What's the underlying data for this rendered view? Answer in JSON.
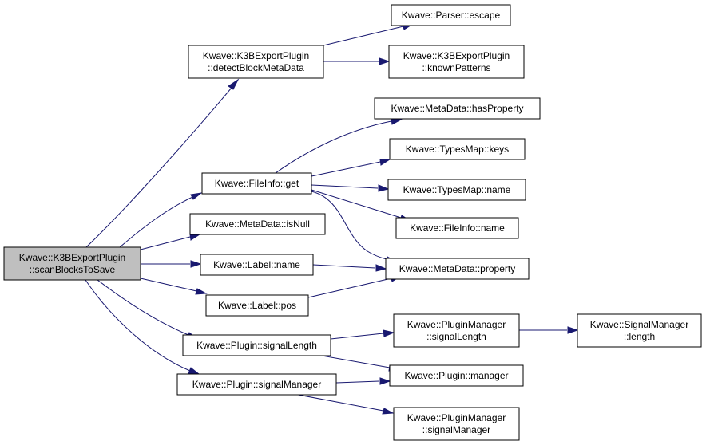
{
  "graph": {
    "nodes": [
      {
        "id": "root",
        "lines": [
          "Kwave::K3BExportPlugin",
          "::scanBlocksToSave"
        ],
        "root": true
      },
      {
        "id": "detect",
        "lines": [
          "Kwave::K3BExportPlugin",
          "::detectBlockMetaData"
        ]
      },
      {
        "id": "escape",
        "lines": [
          "Kwave::Parser::escape"
        ]
      },
      {
        "id": "known",
        "lines": [
          "Kwave::K3BExportPlugin",
          "::knownPatterns"
        ]
      },
      {
        "id": "hasprop",
        "lines": [
          "Kwave::MetaData::hasProperty"
        ]
      },
      {
        "id": "keys",
        "lines": [
          "Kwave::TypesMap::keys"
        ]
      },
      {
        "id": "figet",
        "lines": [
          "Kwave::FileInfo::get"
        ]
      },
      {
        "id": "tmname",
        "lines": [
          "Kwave::TypesMap::name"
        ]
      },
      {
        "id": "finame",
        "lines": [
          "Kwave::FileInfo::name"
        ]
      },
      {
        "id": "isnull",
        "lines": [
          "Kwave::MetaData::isNull"
        ]
      },
      {
        "id": "lblname",
        "lines": [
          "Kwave::Label::name"
        ]
      },
      {
        "id": "property",
        "lines": [
          "Kwave::MetaData::property"
        ]
      },
      {
        "id": "lblpos",
        "lines": [
          "Kwave::Label::pos"
        ]
      },
      {
        "id": "pmsiglen",
        "lines": [
          "Kwave::PluginManager",
          "::signalLength"
        ]
      },
      {
        "id": "smlen",
        "lines": [
          "Kwave::SignalManager",
          "::length"
        ]
      },
      {
        "id": "psiglen",
        "lines": [
          "Kwave::Plugin::signalLength"
        ]
      },
      {
        "id": "pmanager",
        "lines": [
          "Kwave::Plugin::manager"
        ]
      },
      {
        "id": "psigman",
        "lines": [
          "Kwave::Plugin::signalManager"
        ]
      },
      {
        "id": "pmsigman",
        "lines": [
          "Kwave::PluginManager",
          "::signalManager"
        ]
      }
    ],
    "edges": [
      [
        "root",
        "detect"
      ],
      [
        "root",
        "figet"
      ],
      [
        "root",
        "isnull"
      ],
      [
        "root",
        "lblname"
      ],
      [
        "root",
        "lblpos"
      ],
      [
        "root",
        "psiglen"
      ],
      [
        "root",
        "psigman"
      ],
      [
        "detect",
        "escape"
      ],
      [
        "detect",
        "known"
      ],
      [
        "figet",
        "hasprop"
      ],
      [
        "figet",
        "keys"
      ],
      [
        "figet",
        "tmname"
      ],
      [
        "figet",
        "finame"
      ],
      [
        "figet",
        "property"
      ],
      [
        "lblname",
        "property"
      ],
      [
        "lblpos",
        "property"
      ],
      [
        "psiglen",
        "pmsiglen"
      ],
      [
        "psiglen",
        "pmanager"
      ],
      [
        "pmsiglen",
        "smlen"
      ],
      [
        "psigman",
        "pmanager"
      ],
      [
        "psigman",
        "pmsigman"
      ]
    ]
  }
}
